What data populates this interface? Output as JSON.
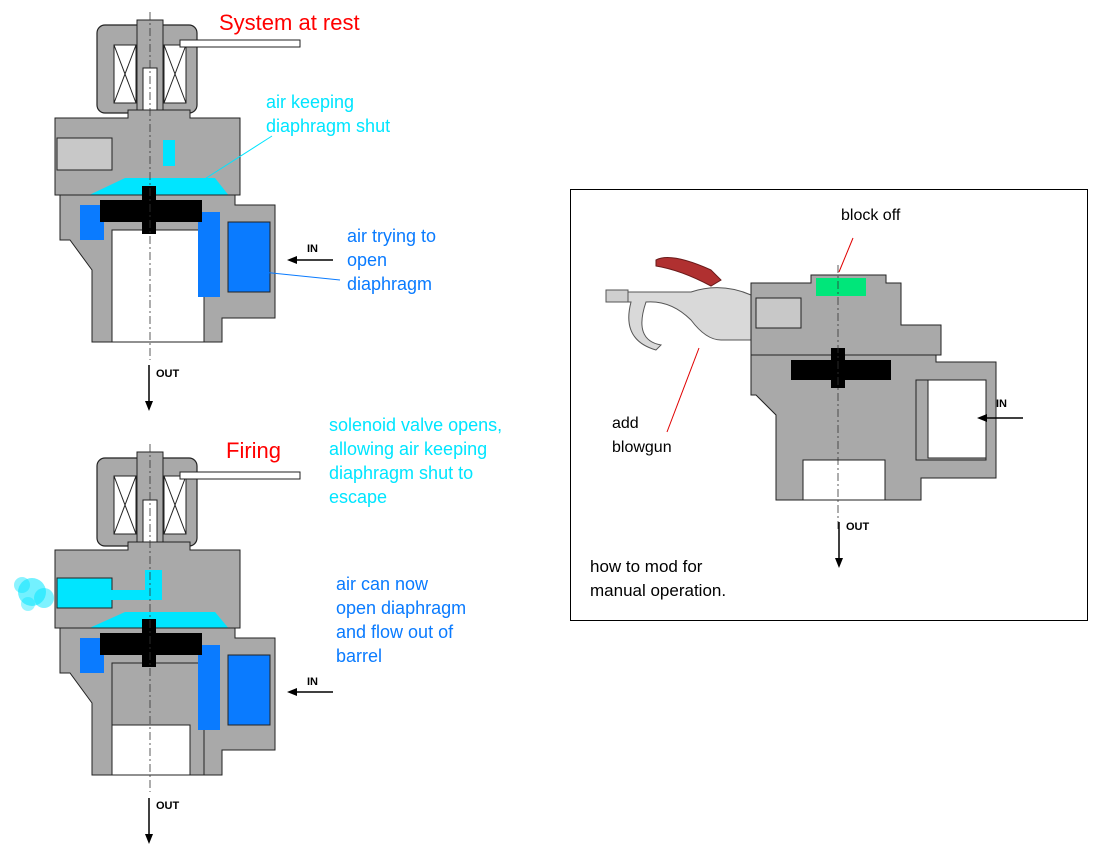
{
  "colors": {
    "title": "#ff0000",
    "pilot_air": "#00e5ff",
    "inlet_air": "#0a7bff",
    "body_gray": "#a9a9a9",
    "diaphragm": "#000000",
    "block_off": "#00e67a",
    "leader_red": "#e00000",
    "trigger_red": "#b03030"
  },
  "diagrams": {
    "rest": {
      "title": "System at rest",
      "note_pilot": "air keeping\ndiaphragm shut",
      "note_inlet": "air trying to\nopen\ndiaphragm",
      "in_label": "IN",
      "out_label": "OUT"
    },
    "firing": {
      "title": "Firing",
      "note_pilot": "solenoid valve opens,\nallowing air keeping\ndiaphragm shut to\nescape",
      "note_inlet": "air can now\nopen diaphragm\nand flow out of\nbarrel",
      "in_label": "IN",
      "out_label": "OUT"
    },
    "manual": {
      "note_block": "block off",
      "note_blowgun": "add\nblowgun",
      "caption": "how to mod for\nmanual operation.",
      "in_label": "IN",
      "out_label": "OUT"
    }
  }
}
